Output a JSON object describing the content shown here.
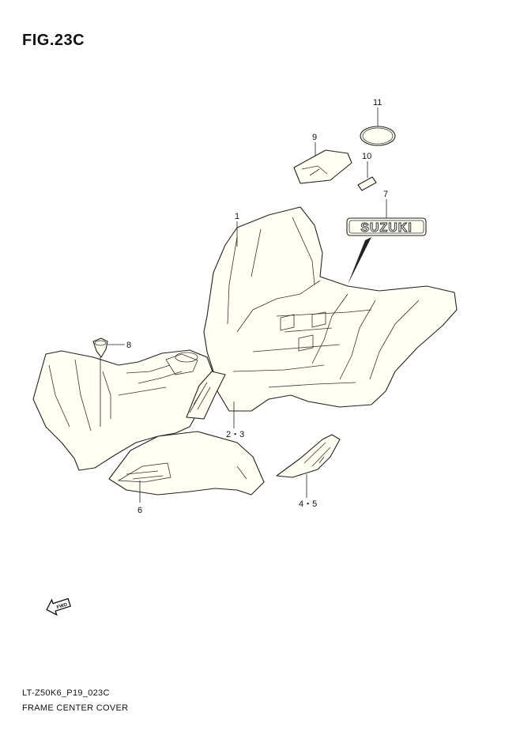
{
  "figure": {
    "title": "FIG.23C"
  },
  "callouts": [
    {
      "id": "p11",
      "label": "11"
    },
    {
      "id": "p9",
      "label": "9"
    },
    {
      "id": "p10",
      "label": "10"
    },
    {
      "id": "p7",
      "label": "7"
    },
    {
      "id": "p1",
      "label": "1"
    },
    {
      "id": "p8",
      "label": "8"
    },
    {
      "id": "p23",
      "label": "2・3"
    },
    {
      "id": "p6",
      "label": "6"
    },
    {
      "id": "p45",
      "label": "4・5"
    }
  ],
  "emblem": {
    "text": "SUZUKI"
  },
  "fwd_arrow": {
    "text": "FWD"
  },
  "footer": {
    "model_code": "LT-Z50K6_P19_023C",
    "section_name": "FRAME CENTER COVER"
  }
}
